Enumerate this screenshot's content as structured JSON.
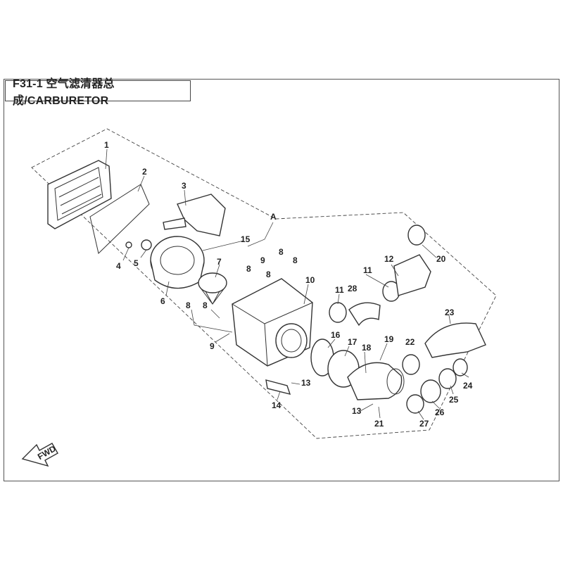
{
  "title": "F31-1 空气滤清器总成/CARBURETOR",
  "assembly_label": "A",
  "direction_label": "FWD",
  "part_labels": [
    "1",
    "2",
    "3",
    "4",
    "5",
    "6",
    "7",
    "8",
    "8",
    "8",
    "8",
    "8",
    "8",
    "9",
    "9",
    "10",
    "11",
    "11",
    "12",
    "13",
    "13",
    "14",
    "15",
    "16",
    "17",
    "18",
    "19",
    "20",
    "21",
    "22",
    "23",
    "24",
    "25",
    "26",
    "27",
    "28"
  ],
  "colors": {
    "line": "#333333",
    "background": "#ffffff"
  }
}
